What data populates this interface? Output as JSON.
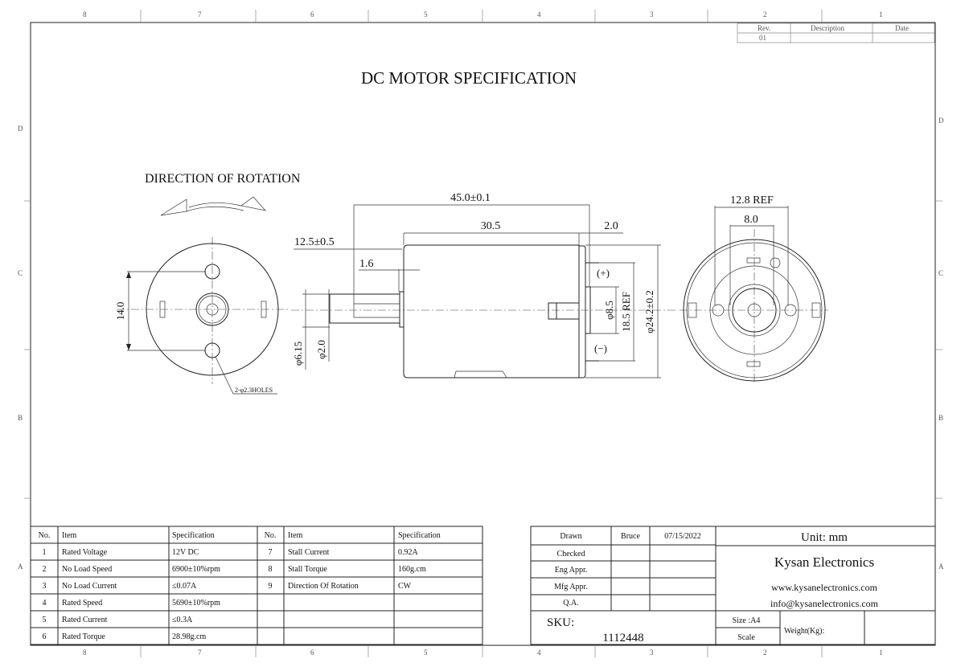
{
  "title": "DC MOTOR SPECIFICATION",
  "rotation_label": "DIRECTION OF ROTATION",
  "grid": {
    "cols": [
      "8",
      "7",
      "6",
      "5",
      "4",
      "3",
      "2",
      "1"
    ],
    "rows": [
      "D",
      "C",
      "B",
      "A"
    ]
  },
  "revision": {
    "headers": [
      "Rev.",
      "Description",
      "Date"
    ],
    "rev": "01"
  },
  "dimensions": {
    "overall": "45.0±0.1",
    "body": "30.5",
    "shaft_len": "12.5±0.5",
    "boss": "1.6",
    "rear": "2.0",
    "hole_spacing": "14.0",
    "holes": "2-φ2.3HOLES",
    "boss_dia": "φ6.15",
    "shaft_dia": "φ2.0",
    "plus": "(+)",
    "minus": "(−)",
    "bearing": "φ8.5",
    "terminal_span": "18.5 REF",
    "body_dia": "φ24.2±0.2",
    "rear_ref": "12.8 REF",
    "rear_span": "8.0"
  },
  "spec_table": {
    "headers": [
      "No.",
      "Item",
      "Specification",
      "No.",
      "Item",
      "Specification"
    ],
    "rows": [
      [
        "1",
        "Rated Voltage",
        "12V DC",
        "7",
        "Stall Current",
        "0.92A"
      ],
      [
        "2",
        "No Load Speed",
        "6900±10%rpm",
        "8",
        "Stall Torque",
        "160g.cm"
      ],
      [
        "3",
        "No Load Current",
        "≤0.07A",
        "9",
        "Direction Of Rotation",
        "CW"
      ],
      [
        "4",
        "Rated Speed",
        "5690±10%rpm",
        "",
        "",
        ""
      ],
      [
        "5",
        "Rated Current",
        "≤0.3A",
        "",
        "",
        ""
      ],
      [
        "6",
        "Rated Torque",
        "28.98g.cm",
        "",
        "",
        ""
      ]
    ]
  },
  "title_block": {
    "drawn": "Drawn",
    "drawn_by": "Bruce",
    "date": "07/15/2022",
    "checked": "Checked",
    "eng": "Eng Appr.",
    "mfg": "Mfg Appr.",
    "qa": "Q.A.",
    "unit": "Unit: mm",
    "company": "Kysan Electronics",
    "web": "www.kysanelectronics.com",
    "email": "info@kysanelectronics.com",
    "sku_label": "SKU:",
    "sku": "1112448",
    "size": "Size :A4",
    "scale": "Scale",
    "weight": "Weight(Kg):"
  }
}
